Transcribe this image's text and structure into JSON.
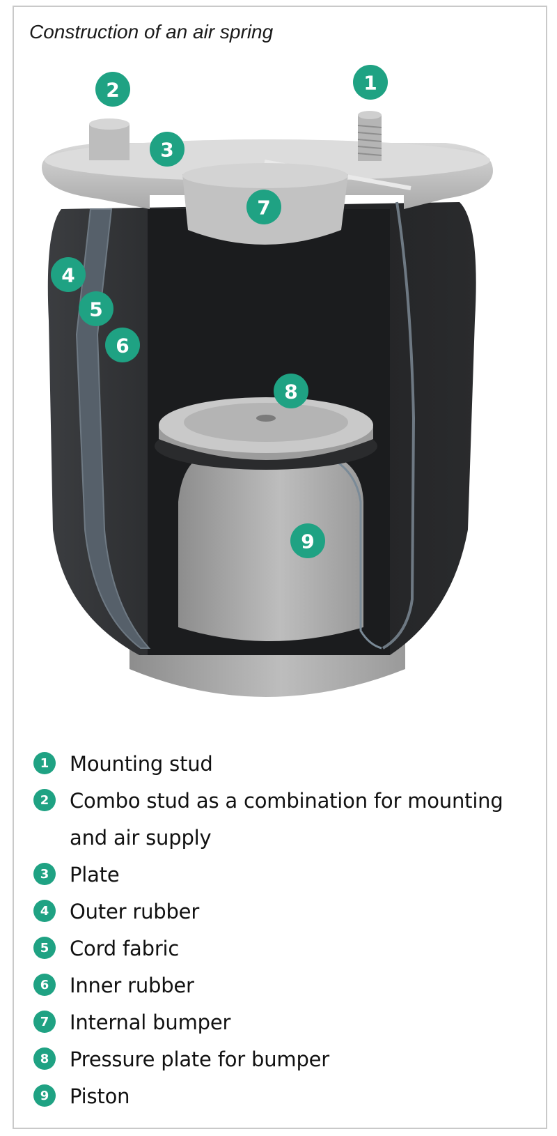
{
  "title": "Construction of an air spring",
  "accent_color": "#1fa283",
  "markers": [
    {
      "n": "1",
      "name": "marker-1"
    },
    {
      "n": "2",
      "name": "marker-2"
    },
    {
      "n": "3",
      "name": "marker-3"
    },
    {
      "n": "4",
      "name": "marker-4"
    },
    {
      "n": "5",
      "name": "marker-5"
    },
    {
      "n": "6",
      "name": "marker-6"
    },
    {
      "n": "7",
      "name": "marker-7"
    },
    {
      "n": "8",
      "name": "marker-8"
    },
    {
      "n": "9",
      "name": "marker-9"
    }
  ],
  "legend": [
    {
      "n": "1",
      "text": "Mounting stud"
    },
    {
      "n": "2",
      "text": "Combo stud as a combination for mounting and air supply"
    },
    {
      "n": "3",
      "text": "Plate"
    },
    {
      "n": "4",
      "text": "Outer rubber"
    },
    {
      "n": "5",
      "text": "Cord fabric"
    },
    {
      "n": "6",
      "text": "Inner rubber"
    },
    {
      "n": "7",
      "text": "Internal bumper"
    },
    {
      "n": "8",
      "text": "Pressure plate for bumper"
    },
    {
      "n": "9",
      "text": "Piston"
    }
  ]
}
